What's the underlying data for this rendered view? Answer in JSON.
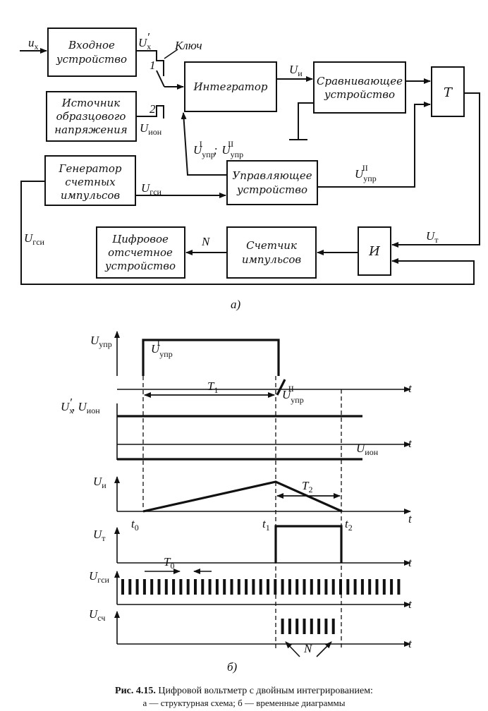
{
  "blocks": {
    "input": [
      "Входное",
      "устройство"
    ],
    "source": [
      "Источник",
      "образцового",
      "напряжения"
    ],
    "integrator": [
      "Интегратор"
    ],
    "comparator": [
      "Сравнивающее",
      "устройство"
    ],
    "trigger": [
      "Т"
    ],
    "control": [
      "Управляющее",
      "устройство"
    ],
    "generator": [
      "Генератор",
      "счетных",
      "импульсов"
    ],
    "display": [
      "Цифровое",
      "отсчетное",
      "устройство"
    ],
    "counter": [
      "Счетчик",
      "импульсов"
    ],
    "and_gate": [
      "И"
    ]
  },
  "labels": {
    "ux": "u",
    "ux_sub": "x",
    "ux_prime": "U",
    "ux_prime_sub": "x",
    "prime": "′",
    "key": "Ключ",
    "pos1": "1",
    "pos2": "2",
    "ui": "U",
    "ui_sub": "и",
    "uion": "U",
    "uion_sub": "ион",
    "uupr": "U",
    "uupr_sub": "упр",
    "sup1": "I",
    "sup2": "II",
    "semicolon": ";",
    "ugsi": "U",
    "ugsi_sub": "гси",
    "ut": "U",
    "ut_sub": "т",
    "n": "N",
    "part_a": "а)",
    "part_b": "б)"
  },
  "timing": {
    "axis_t": "t",
    "rows": {
      "uupr": {
        "name": "U",
        "sub": "упр"
      },
      "ux_uion": {
        "name": "U",
        "sub": "x",
        "name2": "U",
        "sub2": "ион"
      },
      "uion_low": {
        "name": "U",
        "sub": "ион"
      },
      "ui": {
        "name": "U",
        "sub": "и"
      },
      "ut": {
        "name": "U",
        "sub": "т"
      },
      "ugsi": {
        "name": "U",
        "sub": "гси"
      },
      "usch": {
        "name": "U",
        "sub": "сч"
      }
    },
    "t0": "t",
    "t0_sub": "0",
    "t1": "t",
    "t1_sub": "1",
    "t2": "t",
    "t2_sub": "2",
    "T1": "T",
    "T1_sub": "1",
    "T2": "T",
    "T2_sub": "2",
    "T0": "T",
    "T0_sub": "0",
    "N": "N"
  },
  "caption": {
    "title": "Рис. 4.15.",
    "text": " Цифровой вольтметр с двойным интегрированием:",
    "line2": "а — структурная схема; б — временные диаграммы"
  }
}
